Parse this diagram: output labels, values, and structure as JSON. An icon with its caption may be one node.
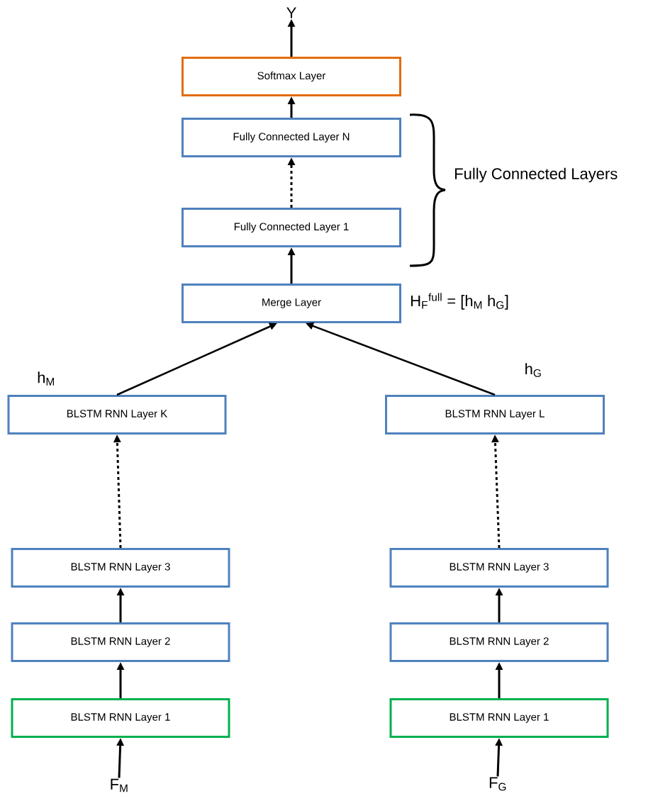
{
  "diagram": {
    "nodes": [
      {
        "text": [
          "Y"
        ]
      },
      {
        "text": [
          "Softmax Layer"
        ]
      },
      {
        "text": [
          "Fully Connected Layer N"
        ]
      },
      {
        "text": [
          "Fully Connected Layer 1"
        ]
      },
      {
        "text": [
          "Merge Layer"
        ],
        "beside": [
          "H$_{F}$$^{full}$ = [h$_{M}$ h$_{G}$]"
        ]
      },
      {
        "text": [
          "BLSTM RNN Layer K"
        ],
        "beside": [
          "h$_{M}$"
        ]
      },
      {
        "text": [
          "BLSTM RNN Layer L"
        ],
        "beside": [
          "h$_{G}$"
        ]
      },
      {
        "text": [
          "BLSTM RNN Layer 3"
        ]
      },
      {
        "text": [
          "BLSTM RNN Layer 3"
        ]
      },
      {
        "text": [
          "BLSTM RNN Layer 2"
        ]
      },
      {
        "text": [
          "BLSTM RNN Layer 2"
        ]
      },
      {
        "text": [
          "BLSTM RNN Layer 1"
        ]
      },
      {
        "text": [
          "BLSTM RNN Layer 1"
        ]
      },
      {
        "text": [
          "F$_{M}$"
        ]
      },
      {
        "text": [
          "F$_{G}$"
        ]
      }
    ],
    "edges": [
      {
        "from": 1,
        "to": 0,
        "arrow": "to"
      },
      {
        "from": 2,
        "to": 1,
        "arrow": "to"
      },
      {
        "from": 3,
        "to": 2,
        "arrow": "to",
        "style": "dashed"
      },
      {
        "from": 4,
        "to": 3,
        "arrow": "to"
      },
      {
        "from": 5,
        "to": 4,
        "arrow": "to"
      },
      {
        "from": 6,
        "to": 4,
        "arrow": "to"
      },
      {
        "from": 7,
        "to": 5,
        "arrow": "to",
        "style": "dashed"
      },
      {
        "from": 8,
        "to": 6,
        "arrow": "to",
        "style": "dashed"
      },
      {
        "from": 9,
        "to": 7,
        "arrow": "to"
      },
      {
        "from": 10,
        "to": 8,
        "arrow": "to"
      },
      {
        "from": 11,
        "to": 9,
        "arrow": "to"
      },
      {
        "from": 12,
        "to": 10,
        "arrow": "to"
      },
      {
        "from": 13,
        "to": 11,
        "arrow": "to"
      },
      {
        "from": 14,
        "to": 12,
        "arrow": "to"
      }
    ],
    "labels": [
      "Fully Connected Layers"
    ]
  }
}
